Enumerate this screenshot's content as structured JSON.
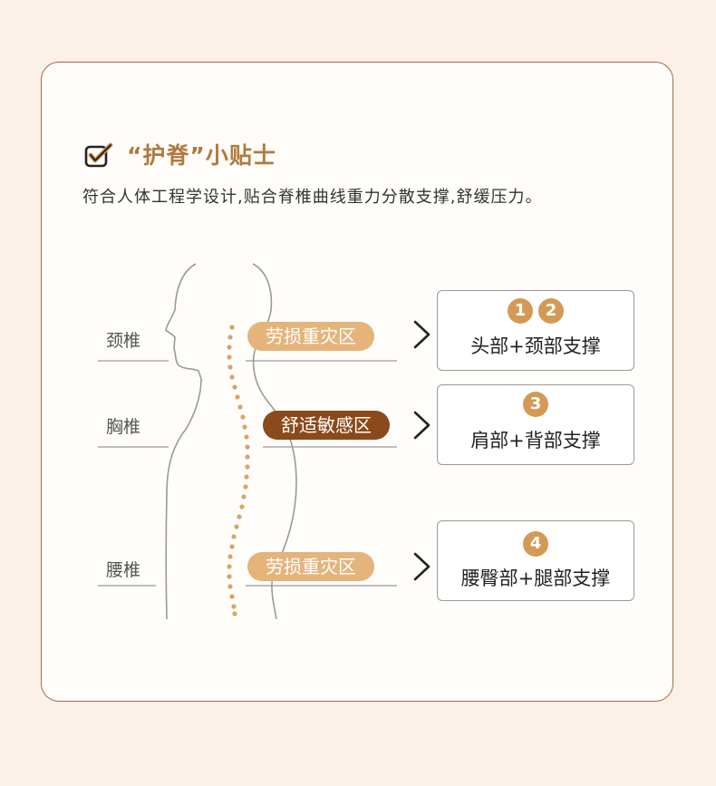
{
  "colors": {
    "background": "#fcf1e8",
    "card_border": "#a3694a",
    "title": "#b07a3e",
    "pill_light": "#e4b47b",
    "pill_dark": "#8a4a1b",
    "badge": "#d49a55",
    "spine_dots": "#d8a468"
  },
  "header": {
    "icon": "checkbox-check-icon",
    "title": "“护脊”小贴士",
    "subtitle": "符合人体工程学设计,贴合脊椎曲线重力分散支撑,舒缓压力。"
  },
  "segments": [
    {
      "label": "颈椎",
      "zone": "劳损重灾区",
      "zone_style": "light",
      "badges": [
        "1",
        "2"
      ],
      "support": "头部+颈部支撑"
    },
    {
      "label": "胸椎",
      "zone": "舒适敏感区",
      "zone_style": "dark",
      "badges": [
        "3"
      ],
      "support": "肩部+背部支撑"
    },
    {
      "label": "腰椎",
      "zone": "劳损重灾区",
      "zone_style": "light",
      "badges": [
        "4"
      ],
      "support": "腰臀部+腿部支撑"
    }
  ]
}
